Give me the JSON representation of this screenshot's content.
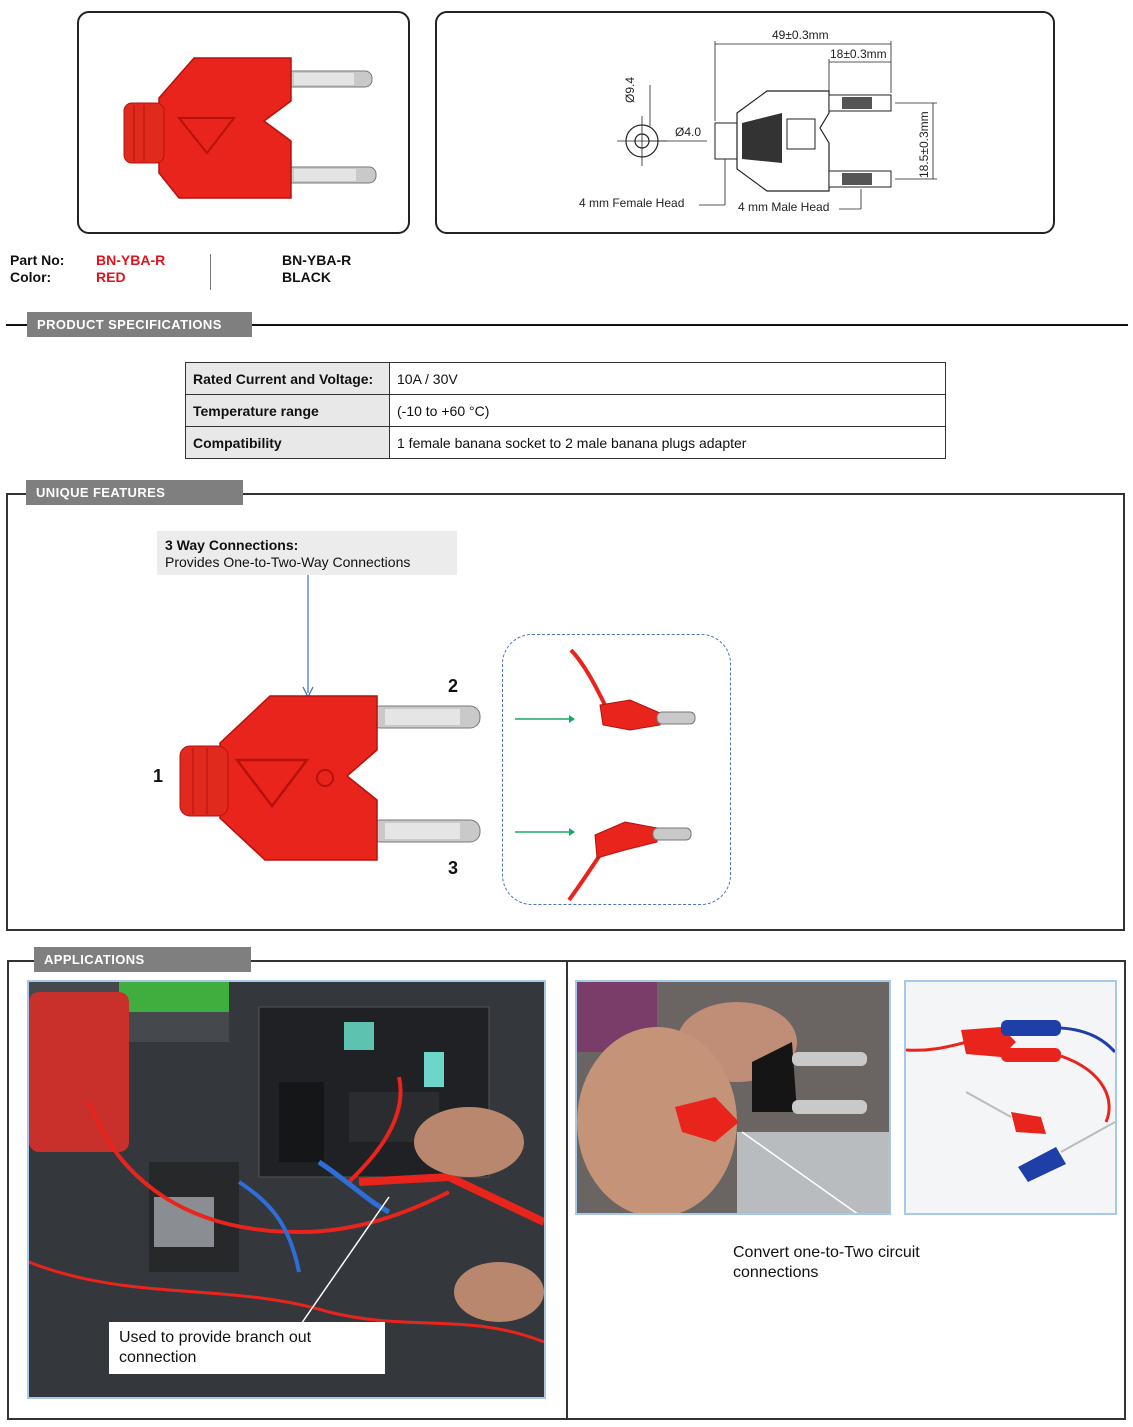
{
  "drawing": {
    "dim_total": "49±0.3mm",
    "dim_plug": "18±0.3mm",
    "dim_spacing": "18.5±0.3mm",
    "dim_dia_outer": "Ø9.4",
    "dim_dia_inner": "Ø4.0",
    "label_female": "4 mm Female Head",
    "label_male": "4 mm Male Head"
  },
  "part_info": {
    "part_no_label": "Part No:",
    "color_label": "Color:",
    "part_no_red": "BN-YBA-R",
    "color_red": "RED",
    "part_no_black": "BN-YBA-R",
    "color_black": "BLACK"
  },
  "specs": {
    "header": "PRODUCT SPECIFICATIONS",
    "rows": [
      {
        "key": "Rated Current and Voltage:",
        "value": "10A / 30V"
      },
      {
        "key": "Temperature range",
        "value": "(-10 to +60 °C)"
      },
      {
        "key": "Compatibility",
        "value": "1 female banana socket to 2 male banana plugs adapter"
      }
    ]
  },
  "features": {
    "header": "UNIQUE  FEATURES",
    "callout_title": "3 Way Connections:",
    "callout_text": "Provides One-to-Two-Way Connections",
    "num1": "1",
    "num2": "2",
    "num3": "3"
  },
  "applications": {
    "header": "APPLICATIONS",
    "caption_left": "Used to provide branch out connection",
    "caption_right": "Convert one-to-Two circuit connections"
  },
  "colors": {
    "plug_red": "#e8241c",
    "accent_red": "#e0141e",
    "header_gray": "#7f7f7f",
    "arrow_green": "#1aa860",
    "arrow_blue": "#3a6fc4"
  }
}
